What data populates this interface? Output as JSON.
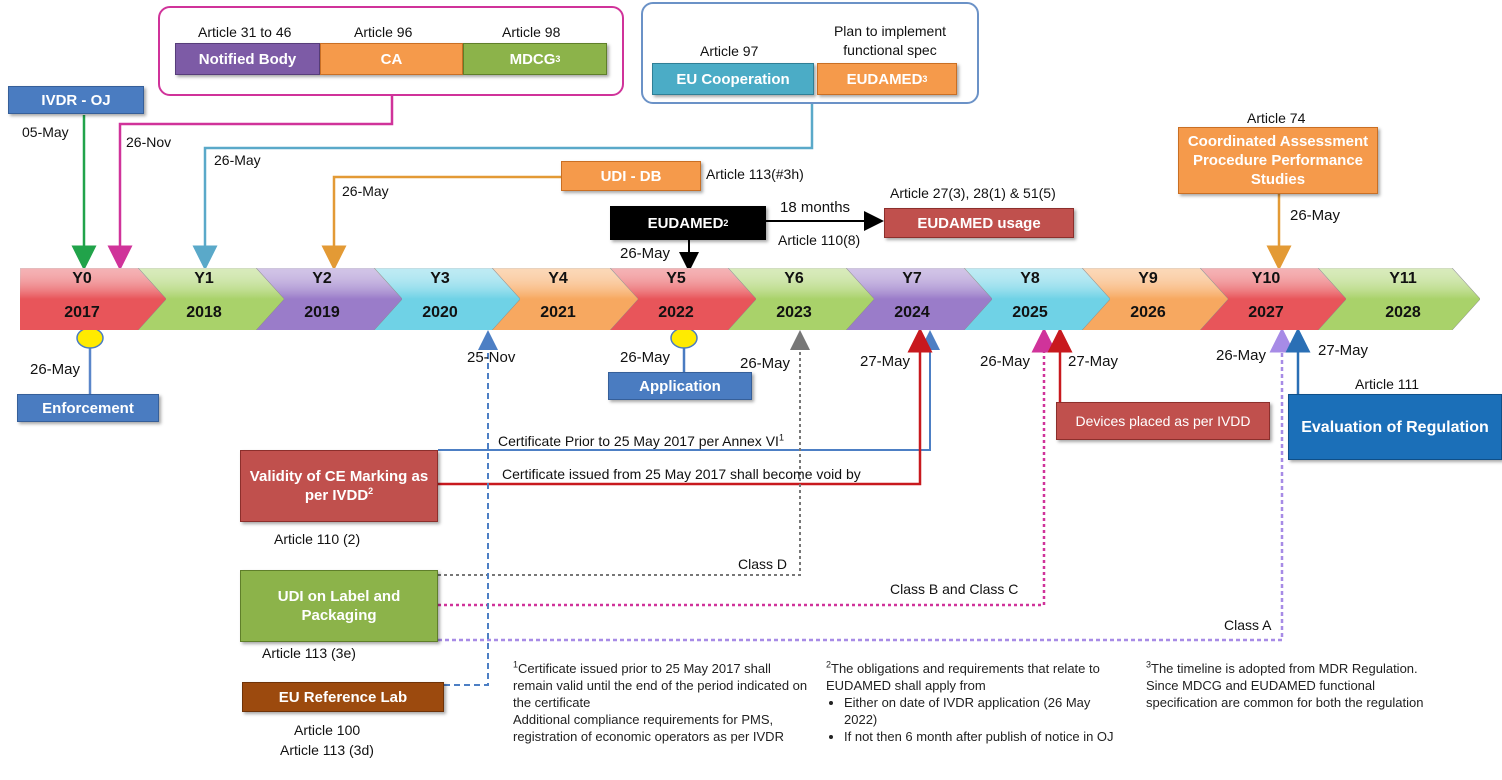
{
  "timeline": {
    "years": [
      {
        "label": "Y0",
        "year": "2017"
      },
      {
        "label": "Y1",
        "year": "2018"
      },
      {
        "label": "Y2",
        "year": "2019"
      },
      {
        "label": "Y3",
        "year": "2020"
      },
      {
        "label": "Y4",
        "year": "2021"
      },
      {
        "label": "Y5",
        "year": "2022"
      },
      {
        "label": "Y6",
        "year": "2023"
      },
      {
        "label": "Y7",
        "year": "2024"
      },
      {
        "label": "Y8",
        "year": "2025"
      },
      {
        "label": "Y9",
        "year": "2026"
      },
      {
        "label": "Y10",
        "year": "2027"
      },
      {
        "label": "Y11",
        "year": "2028"
      }
    ],
    "colors": [
      "#e8555a",
      "#a9d26a",
      "#9a7cc9",
      "#6fd2e6",
      "#f7a860",
      "#e8555a",
      "#a9d26a",
      "#9a7cc9",
      "#6fd2e6",
      "#f7a860",
      "#e8555a",
      "#a9d26a"
    ]
  },
  "top_left_group": {
    "art1": "Article 31 to 46",
    "art2": "Article 96",
    "art3": "Article 98",
    "box1": "Notified Body",
    "box2": "CA",
    "box3": "MDCG",
    "box3_sup": "3",
    "border_color": "#d0339a"
  },
  "top_right_group": {
    "art1": "Article 97",
    "art2": "Plan to implement functional spec",
    "box1": "EU Cooperation",
    "box2": "EUDAMED",
    "box2_sup": "3",
    "border_color": "#6b92c7"
  },
  "ivdr_oj": {
    "label": "IVDR - OJ",
    "date": "05-May"
  },
  "date_26nov_top": "26-Nov",
  "date_26may_y1": "26-May",
  "udi_db": {
    "label": "UDI - DB",
    "article": "Article 113(#3h)",
    "date": "26-May"
  },
  "eudamed": {
    "label": "EUDAMED",
    "sup": "2",
    "date": "26-May",
    "months": "18 months",
    "article": "Article 110(8)"
  },
  "eudamed_usage": {
    "label": "EUDAMED usage",
    "article": "Article 27(3), 28(1) & 51(5)"
  },
  "coordinated": {
    "article": "Article 74",
    "label": "Coordinated Assessment Procedure Performance Studies",
    "date": "26-May"
  },
  "enforcement": {
    "label": "Enforcement",
    "date": "26-May"
  },
  "application": {
    "label": "Application",
    "date": "26-May"
  },
  "date_25nov": "25-Nov",
  "date_26may_y6": "26-May",
  "date_27may_y7": "27-May",
  "date_26may_y8": "26-May",
  "date_27may_y8": "27-May",
  "date_26may_y10": "26-May",
  "date_27may_y10": "27-May",
  "devices_ivdd": "Devices placed as per IVDD",
  "evaluation": {
    "article": "Article 111",
    "label": "Evaluation of Regulation"
  },
  "validity": {
    "label": "Validity of CE Marking as per IVDD",
    "sup": "2",
    "article": "Article 110 (2)",
    "line1": "Certificate Prior to 25 May 2017 per Annex VI",
    "line1_sup": "1",
    "line2": "Certificate issued from 25 May 2017 shall become void by"
  },
  "udi_label": {
    "label": "UDI on  Label and Packaging",
    "article": "Article 113 (3e)",
    "classD": "Class D",
    "classBC": "Class B and Class C",
    "classA": "Class A"
  },
  "eu_ref_lab": {
    "label": "EU Reference Lab",
    "article1": "Article 100",
    "article2": "Article 113 (3d)"
  },
  "notes": {
    "note1_sup": "1",
    "note1": "Certificate issued prior to 25 May 2017 shall remain valid until the end of the period indicated on the certificate",
    "note1b": "Additional compliance requirements for PMS, registration of economic operators as per IVDR",
    "note2_sup": "2",
    "note2": "The obligations and requirements that relate to EUDAMED shall apply from",
    "note2_b1": "Either on date of IVDR application (26 May 2022)",
    "note2_b2": "If not then 6 month after publish of notice in OJ",
    "note3_sup": "3",
    "note3": "The timeline is adopted from MDR Regulation. Since MDCG and EUDAMED functional specification are common for both the regulation"
  }
}
